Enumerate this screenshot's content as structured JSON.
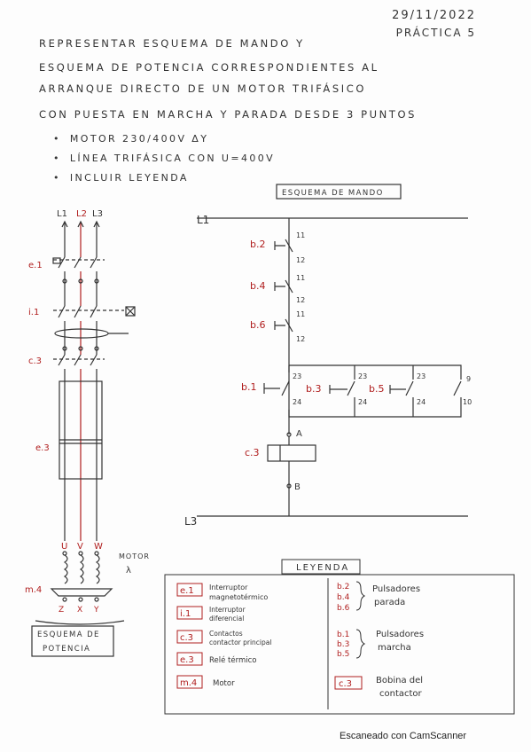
{
  "header": {
    "date": "29/11/2022",
    "practice": "PRÁCTICA 5"
  },
  "title_lines": [
    "REPRESENTAR ESQUEMA DE MANDO Y",
    "ESQUEMA DE POTENCIA CORRESPONDIENTES AL",
    "ARRANQUE DIRECTO DE UN MOTOR TRIFÁSICO",
    "CON PUESTA EN MARCHA Y PARADA DESDE 3 PUNTOS"
  ],
  "bullets": [
    "MOTOR 230/400V ΔY",
    "LÍNEA TRIFÁSICA CON U=400V",
    "INCLUIR LEYENDA"
  ],
  "power_diagram": {
    "lines": [
      "L1",
      "L2",
      "L3"
    ],
    "labels": {
      "e1": "e.1",
      "i1": "i.1",
      "c3": "c.3",
      "e3": "e.3",
      "m4": "m.4"
    },
    "motor_terminals": [
      "U",
      "V",
      "W"
    ],
    "bottom_terminals": [
      "Z",
      "X",
      "Y"
    ],
    "motor_label": "MOTOR",
    "motor_symbol": "λ",
    "caption_line1": "ESQUEMA DE",
    "caption_line2": "POTENCIA"
  },
  "control_diagram": {
    "caption": "ESQUEMA DE MANDO",
    "top_rail": "L1",
    "bottom_rail": "L3",
    "stop_buttons": [
      {
        "label": "b.2",
        "top": "11",
        "bottom": "12"
      },
      {
        "label": "b.4",
        "top": "11",
        "bottom": "12"
      },
      {
        "label": "b.6",
        "top": "11",
        "bottom": "12"
      }
    ],
    "start_buttons": [
      {
        "label": "b.1",
        "top": "23",
        "bottom": "24"
      },
      {
        "label": "b.3",
        "top": "23",
        "bottom": "24"
      },
      {
        "label": "b.5",
        "top": "23",
        "bottom": "24"
      }
    ],
    "aux_contact": {
      "top": "9",
      "bottom": "10"
    },
    "node_a": "A",
    "coil_label": "c.3",
    "node_b": "B"
  },
  "legend": {
    "title": "LEYENDA",
    "left_items": [
      {
        "code": "e.1",
        "text_1": "Interruptor",
        "text_2": "magnetotérmico"
      },
      {
        "code": "i.1",
        "text_1": "Interruptor",
        "text_2": "diferencial"
      },
      {
        "code": "c.3",
        "text_1": "Contactos",
        "text_2": "contactor principal"
      },
      {
        "code": "e.3",
        "text_1": "Relé térmico",
        "text_2": ""
      },
      {
        "code": "m.4",
        "text_1": "Motor",
        "text_2": ""
      }
    ],
    "right_groups": [
      {
        "codes": [
          "b.2",
          "b.4",
          "b.6"
        ],
        "text_1": "Pulsadores",
        "text_2": "parada"
      },
      {
        "codes": [
          "b.1",
          "b.3",
          "b.5"
        ],
        "text_1": "Pulsadores",
        "text_2": "marcha"
      },
      {
        "codes": [
          "c.3"
        ],
        "text_1": "Bobina del",
        "text_2": "contactor"
      }
    ]
  },
  "footer": "Escaneado con CamScanner",
  "colors": {
    "ink": "#2a2a2a",
    "red_ink": "#b01e1e",
    "paper": "#fdfdfd"
  }
}
